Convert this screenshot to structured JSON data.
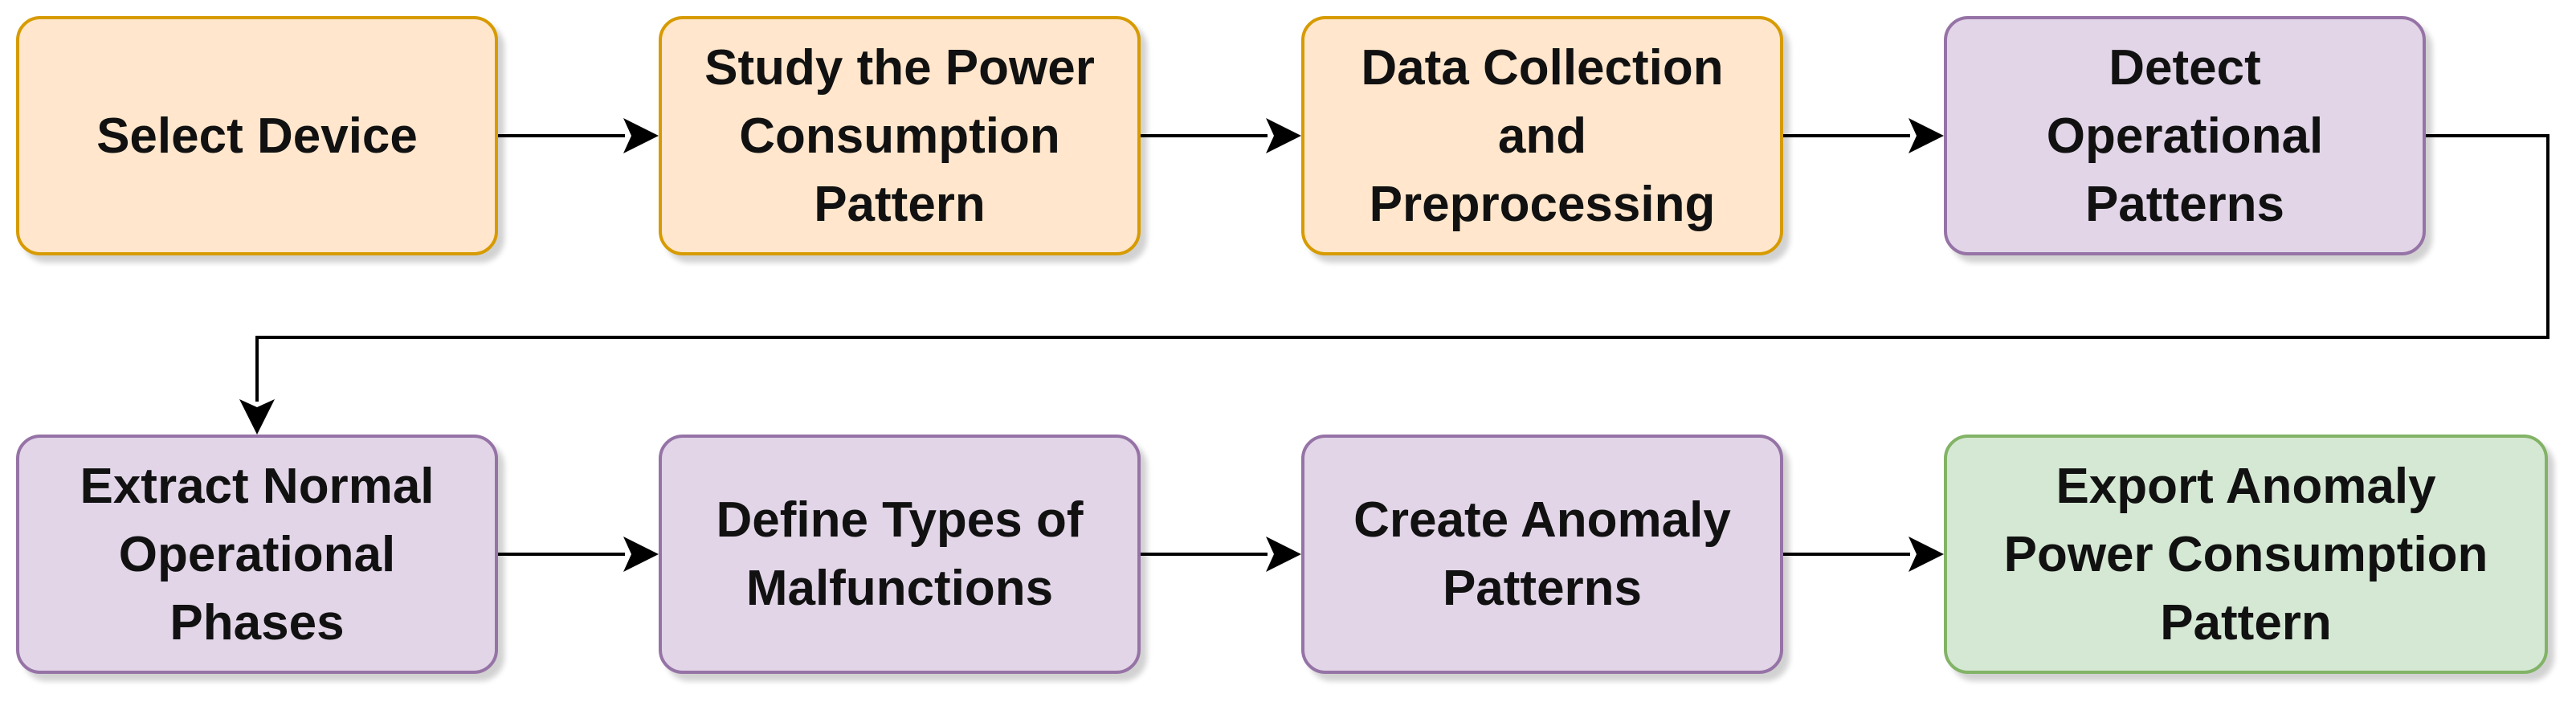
{
  "colors": {
    "orange_fill": "#ffe6cc",
    "orange_border": "#d79b00",
    "purple_fill": "#e1d5e7",
    "purple_border": "#9673a6",
    "green_fill": "#d5e8d4",
    "green_border": "#82b366",
    "arrow": "#000000"
  },
  "nodes": [
    {
      "label": "Select Device",
      "color": "orange"
    },
    {
      "label": "Study the Power\nConsumption\nPattern",
      "color": "orange"
    },
    {
      "label": "Data Collection\nand\nPreprocessing",
      "color": "orange"
    },
    {
      "label": "Detect\nOperational\nPatterns",
      "color": "purple"
    },
    {
      "label": "Extract Normal\nOperational\nPhases",
      "color": "purple"
    },
    {
      "label": "Define Types of\nMalfunctions",
      "color": "purple"
    },
    {
      "label": "Create Anomaly\nPatterns",
      "color": "purple"
    },
    {
      "label": "Export Anomaly\nPower Consumption\nPattern",
      "color": "green"
    }
  ],
  "edges": [
    {
      "from": 0,
      "to": 1
    },
    {
      "from": 1,
      "to": 2
    },
    {
      "from": 2,
      "to": 3
    },
    {
      "from": 3,
      "to": 4
    },
    {
      "from": 4,
      "to": 5
    },
    {
      "from": 5,
      "to": 6
    },
    {
      "from": 6,
      "to": 7
    }
  ]
}
